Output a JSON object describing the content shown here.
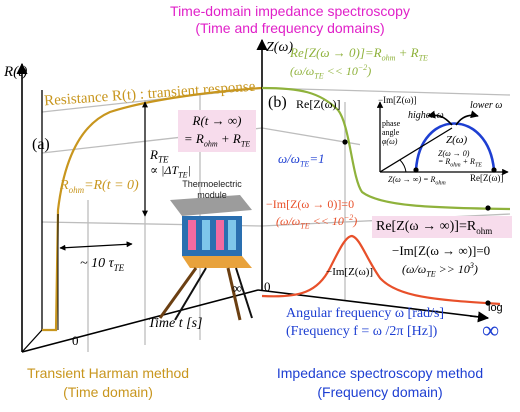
{
  "title": {
    "line1": "Time-domain impedance spectroscopy",
    "line2": "(Time and frequency domains)",
    "color": "#e020c8"
  },
  "colors": {
    "time_curve": "#c8961e",
    "re_curve": "#8fb23c",
    "im_curve": "#e8502a",
    "nyquist": "#1e3fd2",
    "axis": "#000000",
    "pink_box": "#f7dcec",
    "module_gray": "#9c9c9c"
  },
  "left_panel": {
    "panel_tag": "(a)",
    "y_axis_label": "R(t)",
    "x_axis_label": "Time t [s]",
    "x_origin": "0",
    "x_end": "∞",
    "curve_title": "Resistance R(t) : transient response",
    "r_ohm": "R",
    "r_ohm_sub": "ohm",
    "r_ohm_rest": "=R(t = 0)",
    "r_te_a": "R",
    "r_te_a_sub": "TE",
    "r_te_b": "∝ |ΔT",
    "r_te_b_sub": "TE",
    "r_te_b_end": "|",
    "tau_prefix": "~ 10 τ",
    "tau_sub": "TE",
    "box_line1": "R(t → ∞)",
    "box_line2": "= R",
    "box_line2_sub": "ohm",
    "box_line2_b": " + R",
    "box_line2_sub2": "TE",
    "module_line1": "Thermoelectric",
    "module_line2": "module",
    "bottom_line1": "Transient Harman method",
    "bottom_line2": "(Time domain)"
  },
  "right_panel": {
    "panel_tag": "(b)",
    "y_axis_label": "Z(ω)",
    "top_eq_a": "Re[Z(ω → 0)]=R",
    "top_eq_a_sub": "ohm",
    "top_eq_a_b": "+ R",
    "top_eq_a_sub2": "TE",
    "top_eq_b": "(ω/ω",
    "top_eq_b_sub": "TE",
    "top_eq_b_end": "<< 10",
    "top_eq_b_sup": "−2",
    "top_eq_b_close": ")",
    "re_label": "Re[Z(ω)]",
    "ratio_label": "ω/ω",
    "ratio_sub": "TE",
    "ratio_end": "=1",
    "im_low_line1": "−Im[Z(ω → 0)]=0",
    "im_low_line2a": "(ω/ω",
    "im_low_line2_sub": "TE",
    "im_low_line2b": "<< 10",
    "im_low_line2_sup": "−2",
    "im_low_line2_close": ")",
    "re_inf_a": "Re[Z(ω → ∞)]=R",
    "re_inf_sub": "ohm",
    "im_inf_line1": "−Im[Z(ω → ∞)]=0",
    "im_inf_line2a": "(ω/ω",
    "im_inf_line2_sub": "TE",
    "im_inf_line2b": ">> 10",
    "im_inf_line2_sup": "3",
    "im_inf_line2_close": ")",
    "im_peak_label": "−Im[Z(ω)]",
    "x_origin": "0",
    "x_log": "log",
    "x_infinity": "∞",
    "freq_line1": "Angular frequency ω [rad/s]",
    "freq_line2": "(Frequency f = ω /2π [Hz])",
    "bottom_line1": "Impedance spectroscopy method",
    "bottom_line2": "(Frequency domain)"
  },
  "nyquist_inset": {
    "y_label": "−Im[Z(ω)]",
    "x_label": "Re[Z(ω)]",
    "lower_label": "lower ω",
    "higher_label": "higher ω",
    "arc_label": "Z(ω)",
    "phase_line1": "phase",
    "phase_line2": "angle",
    "phase_line3": "φ(ω)",
    "z0_a": "Z(ω → 0)",
    "z0_b": "= R",
    "z0_b_sub": "ohm",
    "z0_b_c": "+ R",
    "z0_b_sub2": "TE",
    "zinf_a": "Z(ω → ∞) = R",
    "zinf_sub": "ohm"
  }
}
